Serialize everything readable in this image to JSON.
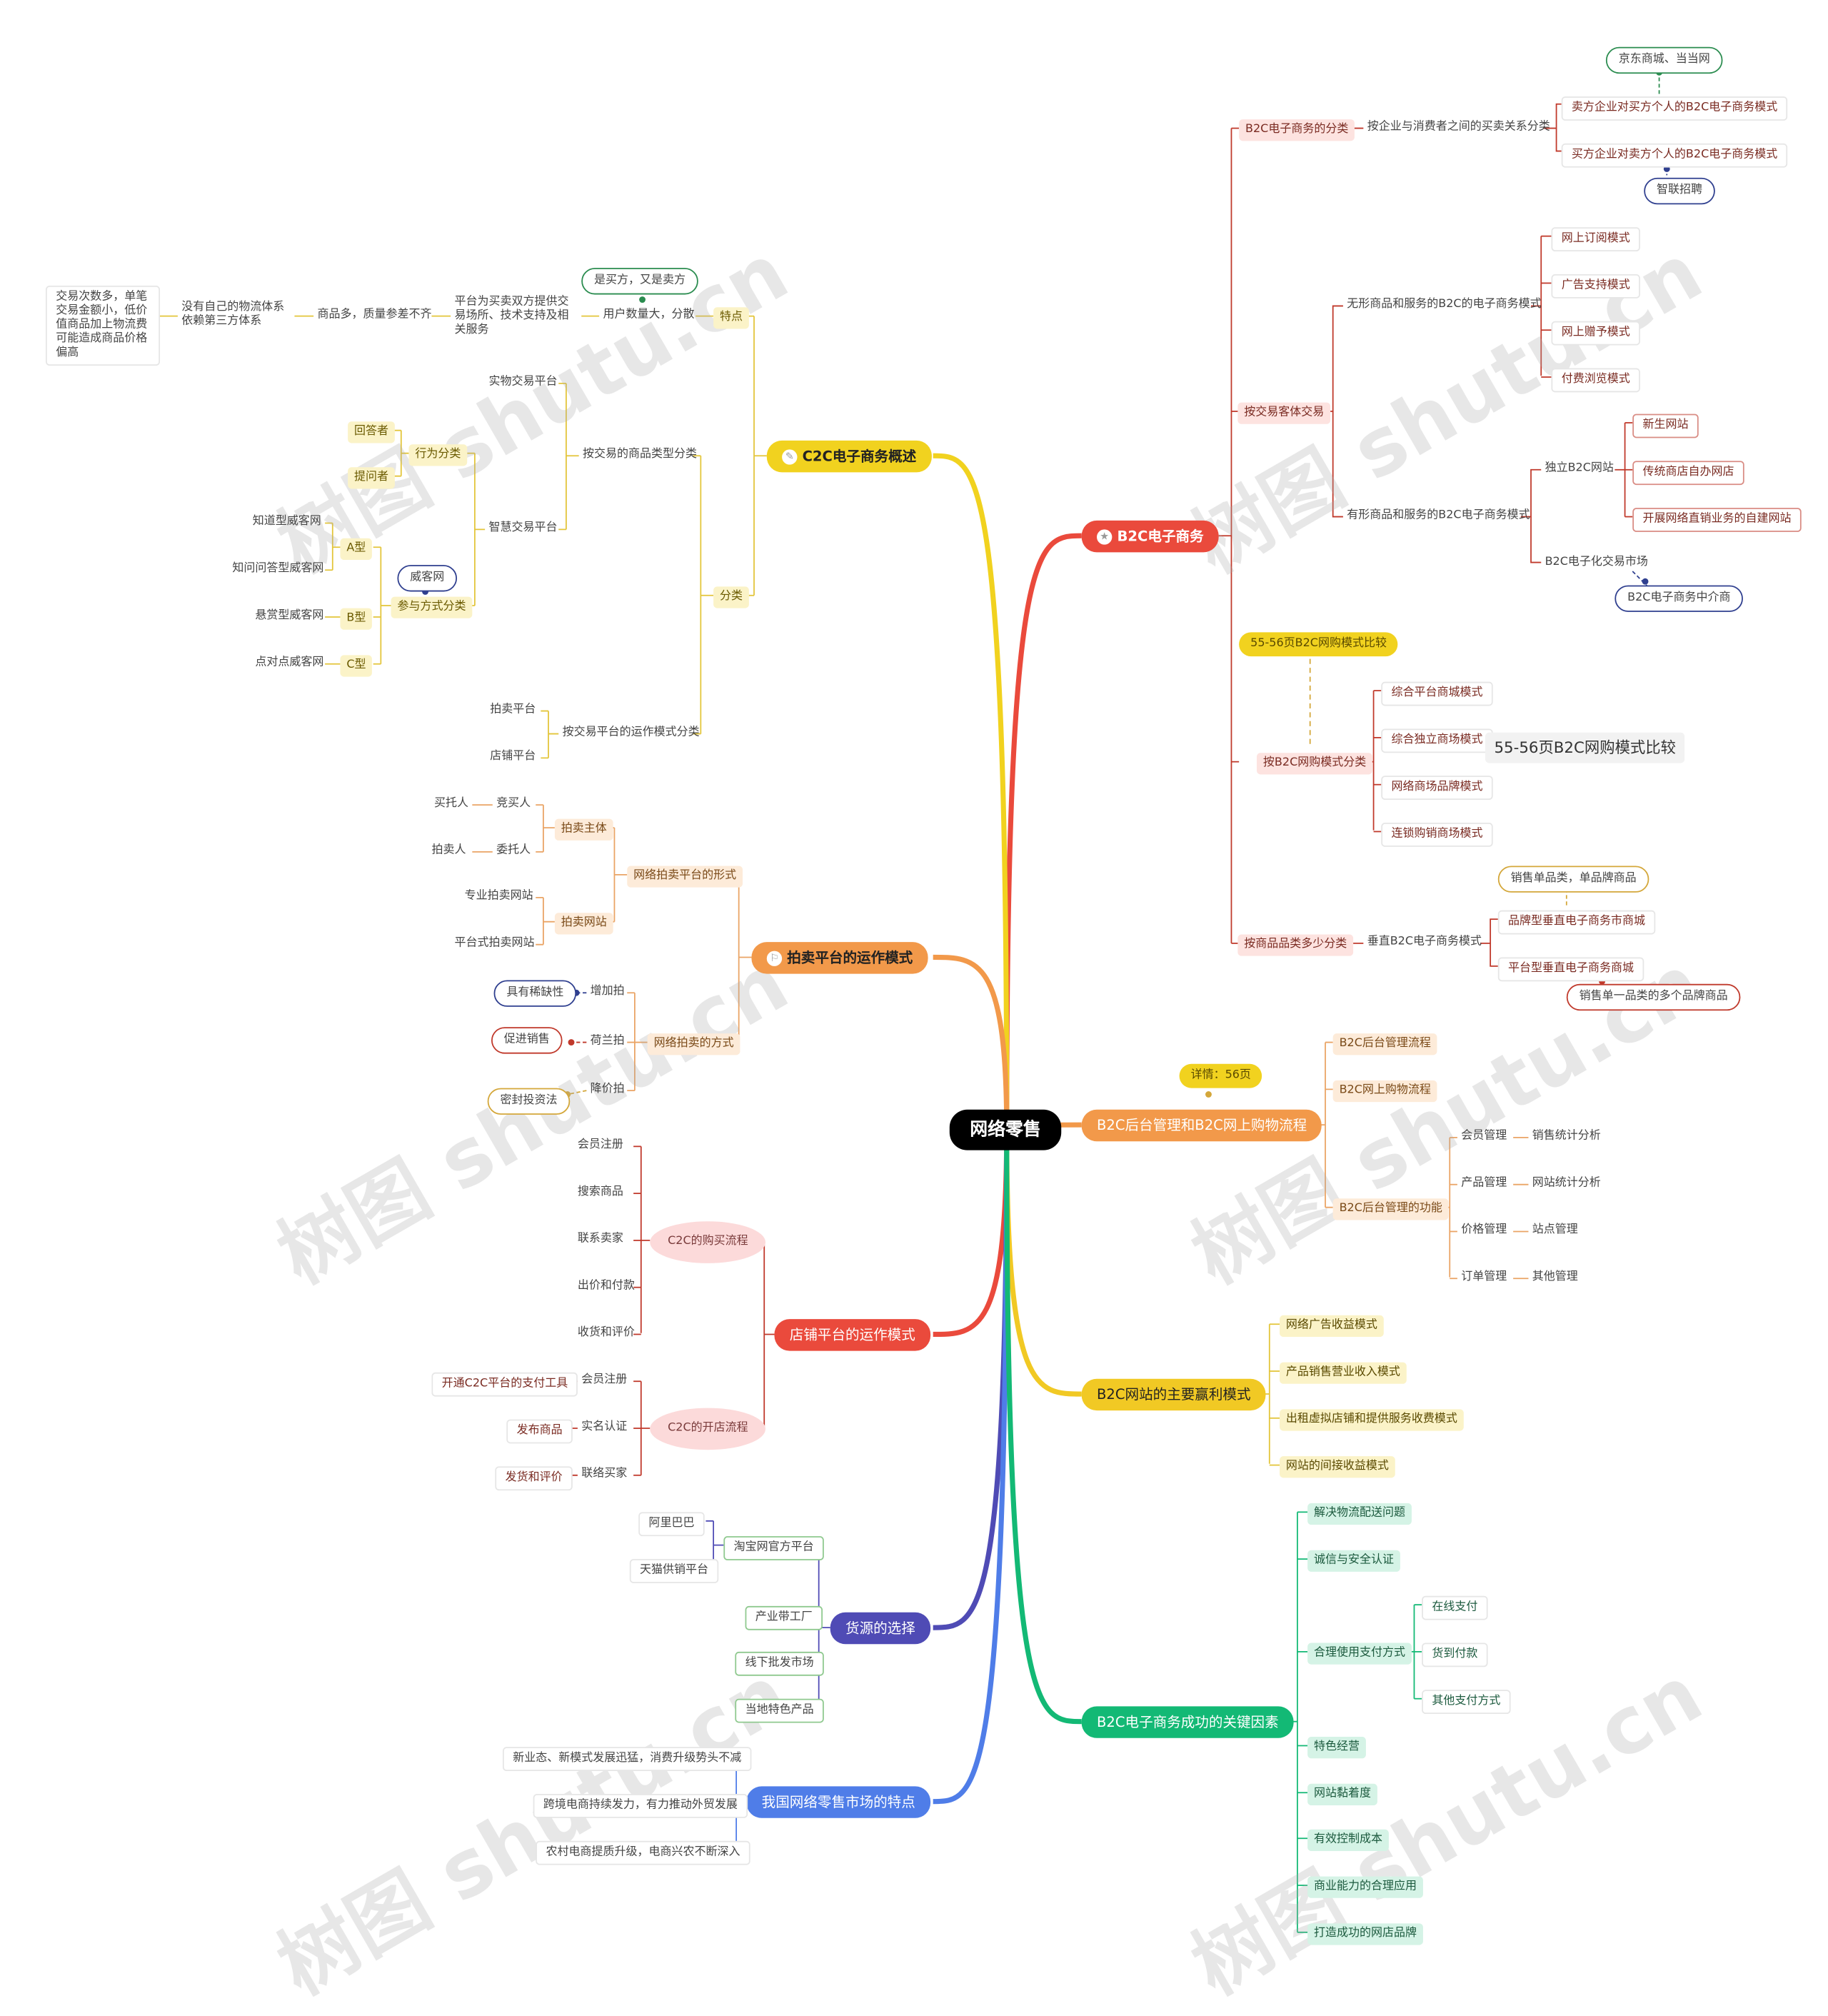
{
  "root": "网络零售",
  "watermark": "树图 shutu.cn",
  "colors": {
    "b2c": "#ea4a3c",
    "c2c": "#f1d21f",
    "auction": "#f2994a",
    "store": "#ea4a3c",
    "source": "#4f4bb5",
    "china": "#4f7de8",
    "backend": "#f2994a",
    "profit": "#f1c924",
    "success": "#13b975"
  },
  "b2c": {
    "title": "B2C电子商务",
    "cls": {
      "label": "B2C电子商务的分类",
      "sub": "按企业与消费者之间的买卖关系分类",
      "seller": "卖方企业对买方个人的B2C电子商务模式",
      "seller_note": "京东商城、当当网",
      "buyer": "买方企业对卖方个人的B2C电子商务模式",
      "buyer_note": "智联招聘"
    },
    "trade": {
      "label": "按交易客体交易",
      "intangible": "无形商品和服务的B2C的电子商务模式",
      "intangible_items": [
        "网上订阅模式",
        "广告支持模式",
        "网上赠予模式",
        "付费浏览模式"
      ],
      "tangible": "有形商品和服务的B2C电子商务模式",
      "independent": "独立B2C网站",
      "independent_items": [
        "新生网站",
        "传统商店自办网店",
        "开展网络直销业务的自建网站"
      ],
      "market": "B2C电子化交易市场",
      "market_note": "B2C电子商务中介商"
    },
    "shop": {
      "label": "按B2C网购模式分类",
      "note": "55-56页B2C网购模式比较",
      "items": [
        "综合平台商城模式",
        "综合独立商场模式",
        "网络商场品牌模式",
        "连锁购销商场模式"
      ],
      "callout": "55-56页B2C网购模式比较"
    },
    "cat": {
      "label": "按商品品类多少分类",
      "vertical": "垂直B2C电子商务模式",
      "brand": "品牌型垂直电子商务市商城",
      "brand_note": "销售单品类，单品牌商品",
      "platform": "平台型垂直电子商务商城",
      "platform_note": "销售单一品类的多个品牌商品"
    }
  },
  "c2c": {
    "title": "C2C电子商务概述",
    "feature": {
      "label": "特点",
      "users": "用户数量大，分散",
      "users_note": "是买方，又是卖方",
      "platform": "平台为买卖双方提供交易场所、技术支持及相关服务",
      "goods": "商品多，质量参差不齐",
      "logistics": "没有自己的物流体系依赖第三方体系",
      "small": "交易次数多，单笔交易金额小，低价值商品加上物流费可能造成商品价格偏高"
    },
    "classify": {
      "label": "分类",
      "by_goods": "按交易的商品类型分类",
      "physical": "实物交易平台",
      "smart": "智慧交易平台",
      "behavior": "行为分类",
      "answerer": "回答者",
      "asker": "提问者",
      "participate": "参与方式分类",
      "participate_note": "威客网",
      "typeA": "A型",
      "typeA_items": [
        "知道型威客网",
        "知问问答型威客网"
      ],
      "typeB": "B型",
      "typeB_item": "悬赏型威客网",
      "typeC": "C型",
      "typeC_item": "点对点威客网",
      "by_mode": "按交易平台的运作模式分类",
      "auction": "拍卖平台",
      "store": "店铺平台"
    }
  },
  "auction": {
    "title": "拍卖平台的运作模式",
    "forms": {
      "label": "网络拍卖平台的形式",
      "subject": "拍卖主体",
      "bidder": "竞买人",
      "bidder_left": "买托人",
      "consignor": "委托人",
      "consignor_left": "拍卖人",
      "site": "拍卖网站",
      "pro": "专业拍卖网站",
      "plat": "平台式拍卖网站"
    },
    "methods": {
      "label": "网络拍卖的方式",
      "up": "增加拍",
      "up_note": "具有稀缺性",
      "dutch": "荷兰拍",
      "dutch_note": "促进销售",
      "down": "降价拍",
      "down_note": "密封投资法"
    }
  },
  "store": {
    "title": "店铺平台的运作模式",
    "buy": {
      "label": "C2C的购买流程",
      "items": [
        "会员注册",
        "搜索商品",
        "联系卖家",
        "出价和付款",
        "收货和评价"
      ]
    },
    "open": {
      "label": "C2C的开店流程",
      "items": [
        "会员注册",
        "实名认证",
        "联络买家"
      ],
      "left": [
        "开通C2C平台的支付工具",
        "发布商品",
        "发货和评价"
      ]
    }
  },
  "source": {
    "title": "货源的选择",
    "taobao": "淘宝网官方平台",
    "taobao_items": [
      "阿里巴巴",
      "天猫供销平台"
    ],
    "others": [
      "产业带工厂",
      "线下批发市场",
      "当地特色产品"
    ]
  },
  "china": {
    "title": "我国网络零售市场的特点",
    "items": [
      "新业态、新模式发展迅猛，消费升级势头不减",
      "跨境电商持续发力，有力推动外贸发展",
      "农村电商提质升级，电商兴农不断深入"
    ]
  },
  "backend": {
    "title": "B2C后台管理和B2C网上购物流程",
    "note": "详情：56页",
    "items": [
      "B2C后台管理流程",
      "B2C网上购物流程"
    ],
    "func": "B2C后台管理的功能",
    "func_pairs": [
      [
        "会员管理",
        "销售统计分析"
      ],
      [
        "产品管理",
        "网站统计分析"
      ],
      [
        "价格管理",
        "站点管理"
      ],
      [
        "订单管理",
        "其他管理"
      ]
    ]
  },
  "profit": {
    "title": "B2C网站的主要赢利模式",
    "items": [
      "网络广告收益模式",
      "产品销售营业收入模式",
      "出租虚拟店铺和提供服务收费模式",
      "网站的间接收益模式"
    ]
  },
  "success": {
    "title": "B2C电子商务成功的关键因素",
    "items": [
      "解决物流配送问题",
      "诚信与安全认证",
      "合理使用支付方式",
      "特色经营",
      "网站黏着度",
      "有效控制成本",
      "商业能力的合理应用",
      "打造成功的网店品牌"
    ],
    "pay": [
      "在线支付",
      "货到付款",
      "其他支付方式"
    ]
  }
}
